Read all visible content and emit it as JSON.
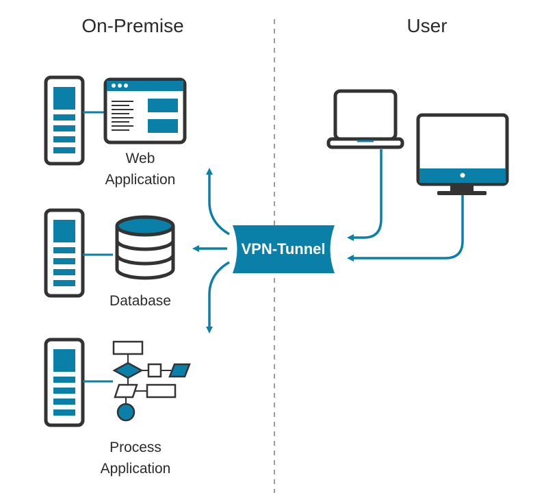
{
  "headings": {
    "left": "On-Premise",
    "right": "User"
  },
  "labels": {
    "web_line1": "Web",
    "web_line2": "Application",
    "database": "Database",
    "process_line1": "Process",
    "process_line2": "Application"
  },
  "tunnel": {
    "label": "VPN-Tunnel"
  },
  "colors": {
    "accent": "#0a7fa8",
    "outline": "#333333",
    "divider": "#9a9a9a"
  },
  "icons": [
    "server-icon",
    "browser-window-icon",
    "database-icon",
    "flowchart-icon",
    "laptop-icon",
    "monitor-icon"
  ]
}
